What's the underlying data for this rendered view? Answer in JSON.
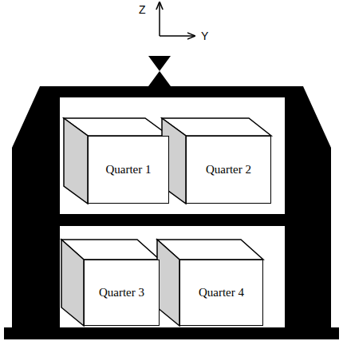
{
  "diagram": {
    "nodes": [
      {
        "text": [
          "Quarter 1"
        ]
      },
      {
        "text": [
          "Quarter 2"
        ]
      },
      {
        "text": [
          "Quarter 3"
        ]
      },
      {
        "text": [
          "Quarter 4"
        ]
      }
    ],
    "labels": [
      "Z",
      "Y"
    ]
  }
}
